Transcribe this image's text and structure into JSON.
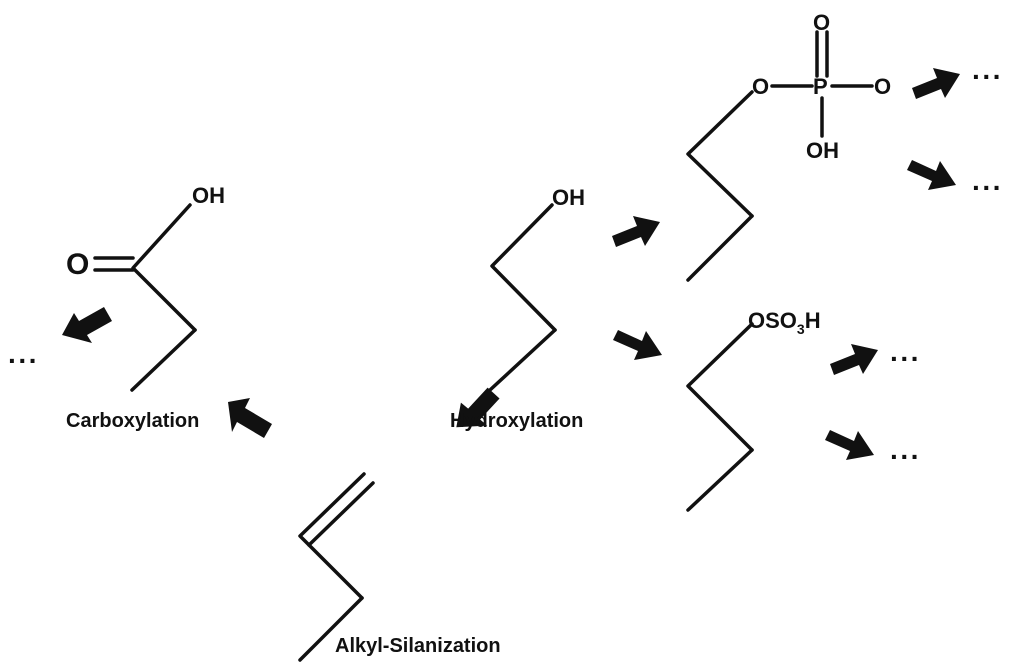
{
  "labels": {
    "carboxylation": "Carboxylation",
    "hydroxylation": "Hydroxylation",
    "alkyl_silanization": "Alkyl-Silanization"
  },
  "atoms": {
    "carboxyl_oh": "OH",
    "carboxyl_o": "O",
    "hydroxyl_oh": "OH",
    "phosphate_o_left": "O",
    "phosphate_p": "P",
    "phosphate_o_top": "O",
    "phosphate_o_right": "O",
    "phosphate_oh": "OH",
    "sulfate_prefix": "OSO",
    "sulfate_sub": "3",
    "sulfate_suffix": "H"
  },
  "continuation": {
    "left": "···",
    "phosphate_1": "···",
    "phosphate_2": "···",
    "sulfate_1": "···",
    "sulfate_2": "···"
  },
  "colors": {
    "ink": "#111111",
    "background": "#ffffff"
  }
}
